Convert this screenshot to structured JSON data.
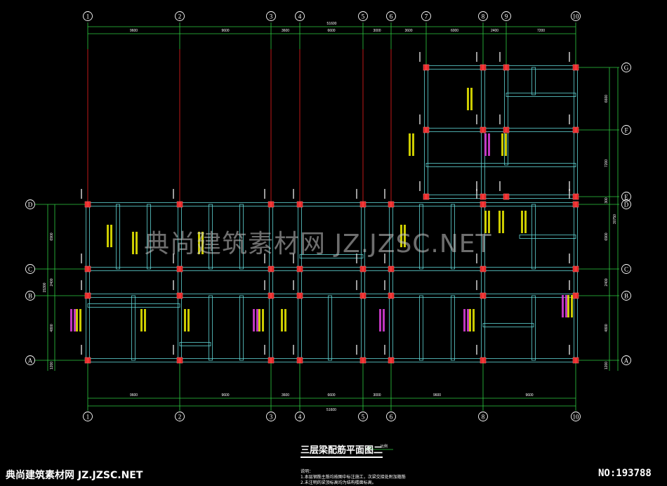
{
  "drawing": {
    "title": "三层梁配筋平面图二",
    "scale_note": "比例",
    "notes_heading": "说明：",
    "notes": [
      "1.本层钢筋主筋均按图中标注施工，次梁交接处附加箍筋",
      "2.未注明的梁顶标高均为结构楼面标高。"
    ],
    "watermark": "典尚建筑素材网 JZ.JZSC.NET",
    "brand": "典尚建筑素材网 JZ.JZSC.NET",
    "serial": "NO:193788"
  },
  "axes": {
    "columns_top": [
      "1",
      "2",
      "3",
      "4",
      "5",
      "6",
      "7",
      "8",
      "9",
      "10"
    ],
    "columns_bottom": [
      "1",
      "2",
      "3",
      "4",
      "5",
      "6",
      "8",
      "10"
    ],
    "rows_left": [
      "D",
      "C",
      "B",
      "A"
    ],
    "rows_right": [
      "G",
      "F",
      "E",
      "D",
      "C",
      "B",
      "A"
    ]
  },
  "dimensions": {
    "top_total": "51600",
    "top_segments": [
      "9600",
      "9600",
      "3600",
      "6600",
      "3000",
      "3600",
      "6000",
      "2400",
      "7200"
    ],
    "bottom_total": "51600",
    "bottom_segments": [
      "9600",
      "9600",
      "3600",
      "6600",
      "3000",
      "9600",
      "9600"
    ],
    "left_total": "15300",
    "left_segments": [
      "6900",
      "2400",
      "4800",
      "1200"
    ],
    "right_total": "30750",
    "right_segments": [
      "6600",
      "7200",
      "300",
      "6900",
      "2400",
      "4800",
      "1200"
    ]
  },
  "colors": {
    "grid": "#2ecc40",
    "beam": "#5fd3d3",
    "column": "#e02020",
    "axis_red": "#c01818",
    "label_yellow": "#f0f000",
    "label_magenta": "#e040e0"
  }
}
